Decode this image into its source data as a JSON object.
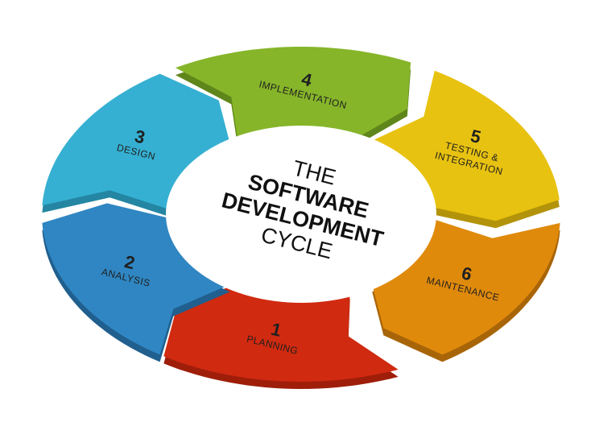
{
  "title": {
    "line1": "THE",
    "line2": "SOFTWARE",
    "line3": "DEVELOPMENT",
    "line4": "CYCLE"
  },
  "stages": [
    {
      "number": "1",
      "label": [
        "PLANNING"
      ],
      "color": "#d02a10",
      "shade": "#9e1e0a"
    },
    {
      "number": "2",
      "label": [
        "ANALYSIS"
      ],
      "color": "#2f86c2",
      "shade": "#205f8e"
    },
    {
      "number": "3",
      "label": [
        "DESIGN"
      ],
      "color": "#35b0d2",
      "shade": "#2486a2"
    },
    {
      "number": "4",
      "label": [
        "IMPLEMENTATION"
      ],
      "color": "#86b52a",
      "shade": "#5f861a"
    },
    {
      "number": "5",
      "label": [
        "TESTING &",
        "INTEGRATION"
      ],
      "color": "#e8c210",
      "shade": "#b3930a"
    },
    {
      "number": "6",
      "label": [
        "MAINTENANCE"
      ],
      "color": "#e08a0c",
      "shade": "#a86508"
    }
  ]
}
